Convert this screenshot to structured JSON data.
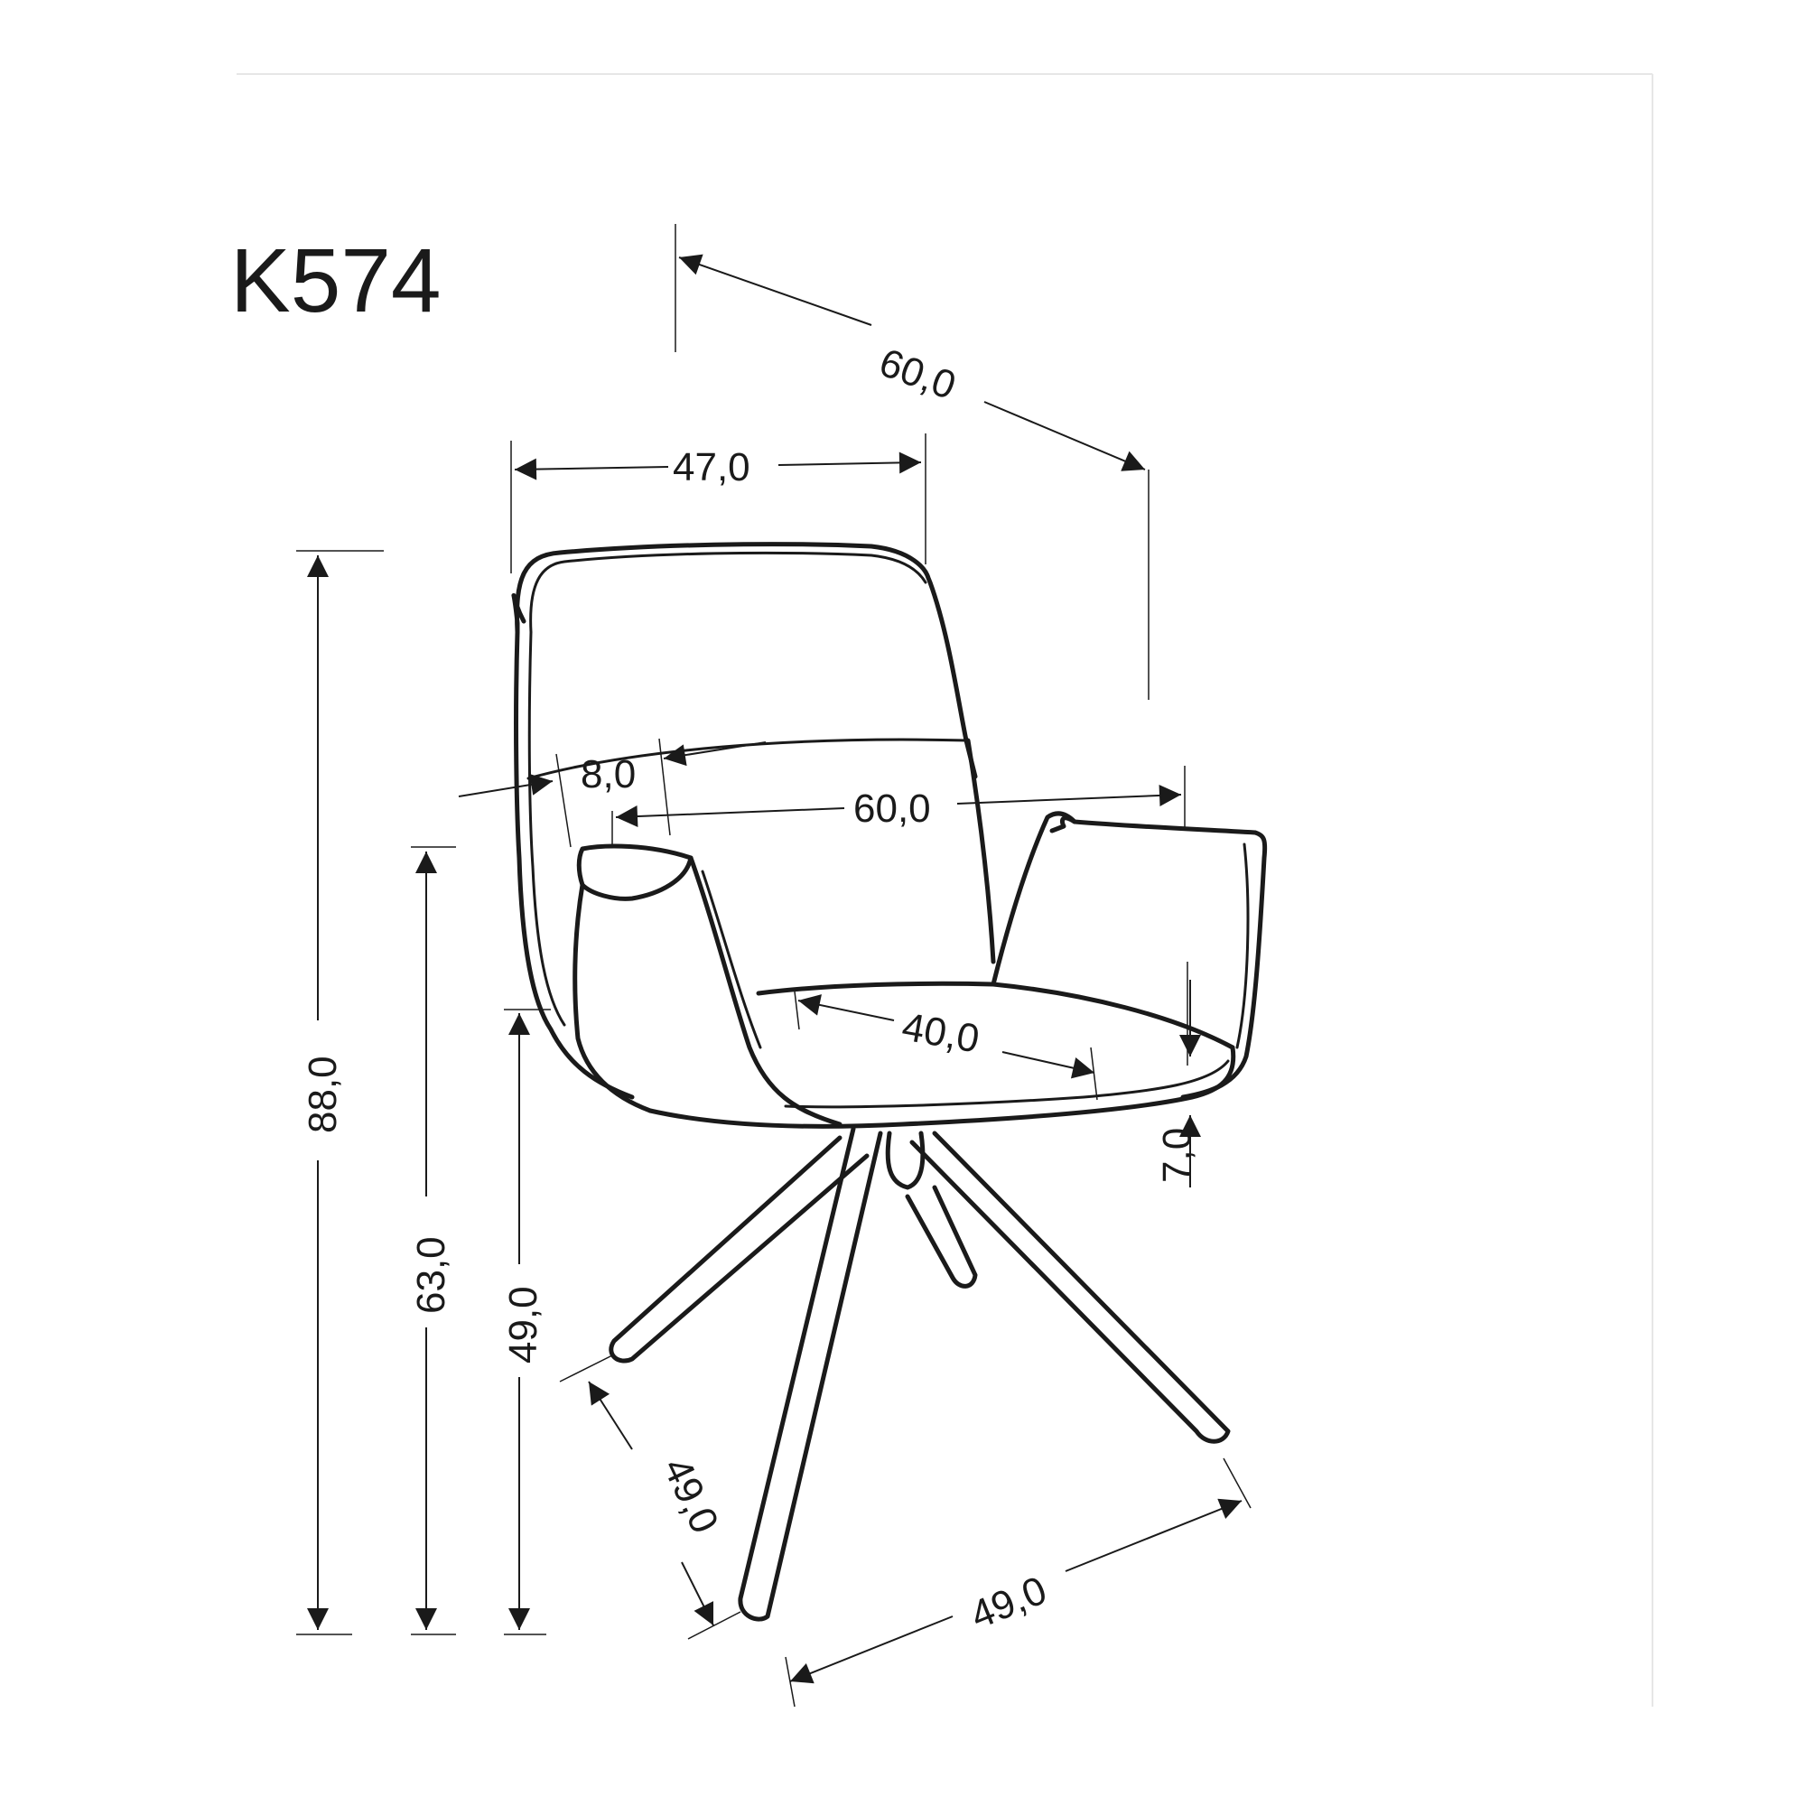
{
  "model": "K574",
  "dimensions": {
    "depth_top": "60,0",
    "back_width": "47,0",
    "armrest_width": "8,0",
    "total_width": "60,0",
    "seat_depth": "40,0",
    "seat_thickness": "7,0",
    "total_height": "88,0",
    "armrest_height": "63,0",
    "seat_height": "49,0",
    "base_depth": "49,0",
    "base_width": "49,0"
  },
  "colors": {
    "line": "#1a1a1a",
    "frame": "#e6e6e6"
  }
}
